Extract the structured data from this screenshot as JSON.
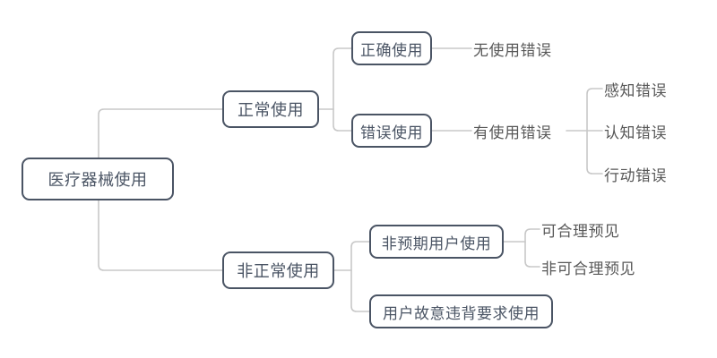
{
  "diagram": {
    "type": "tree-mindmap",
    "orientation": "left-to-right",
    "background_color": "#ffffff",
    "node_border_color": "#4a5464",
    "node_text_color": "#4a5464",
    "leaf_text_color": "#585858",
    "connector_color": "#c8c8c8",
    "root": {
      "label": "医疗器械使用"
    },
    "branches": [
      {
        "label": "正常使用",
        "children": [
          {
            "label": "正确使用",
            "leaves": [
              {
                "label": "无使用错误",
                "sublabels": []
              }
            ]
          },
          {
            "label": "错误使用",
            "leaves": [
              {
                "label": "有使用错误",
                "sublabels": [
                  "感知错误",
                  "认知错误",
                  "行动错误"
                ]
              }
            ]
          }
        ]
      },
      {
        "label": "非正常使用",
        "children": [
          {
            "label": "非预期用户使用",
            "leaves": [
              {
                "label": "可合理预见",
                "sublabels": []
              },
              {
                "label": "非可合理预见",
                "sublabels": []
              }
            ]
          },
          {
            "label": "用户故意违背要求使用",
            "leaves": []
          }
        ]
      }
    ],
    "nodes": {
      "root": "医疗器械使用",
      "normal_use": "正常使用",
      "correct_use": "正确使用",
      "erroneous_use": "错误使用",
      "abnormal_use": "非正常使用",
      "unintended_user_use": "非预期用户使用",
      "intentional_violation_use": "用户故意违背要求使用"
    },
    "labels": {
      "no_use_error": "无使用错误",
      "has_use_error": "有使用错误",
      "perception_error": "感知错误",
      "cognition_error": "认知错误",
      "action_error": "行动错误",
      "reasonably_foreseeable": "可合理预见",
      "not_reasonably_foreseeable": "非可合理预见"
    }
  }
}
